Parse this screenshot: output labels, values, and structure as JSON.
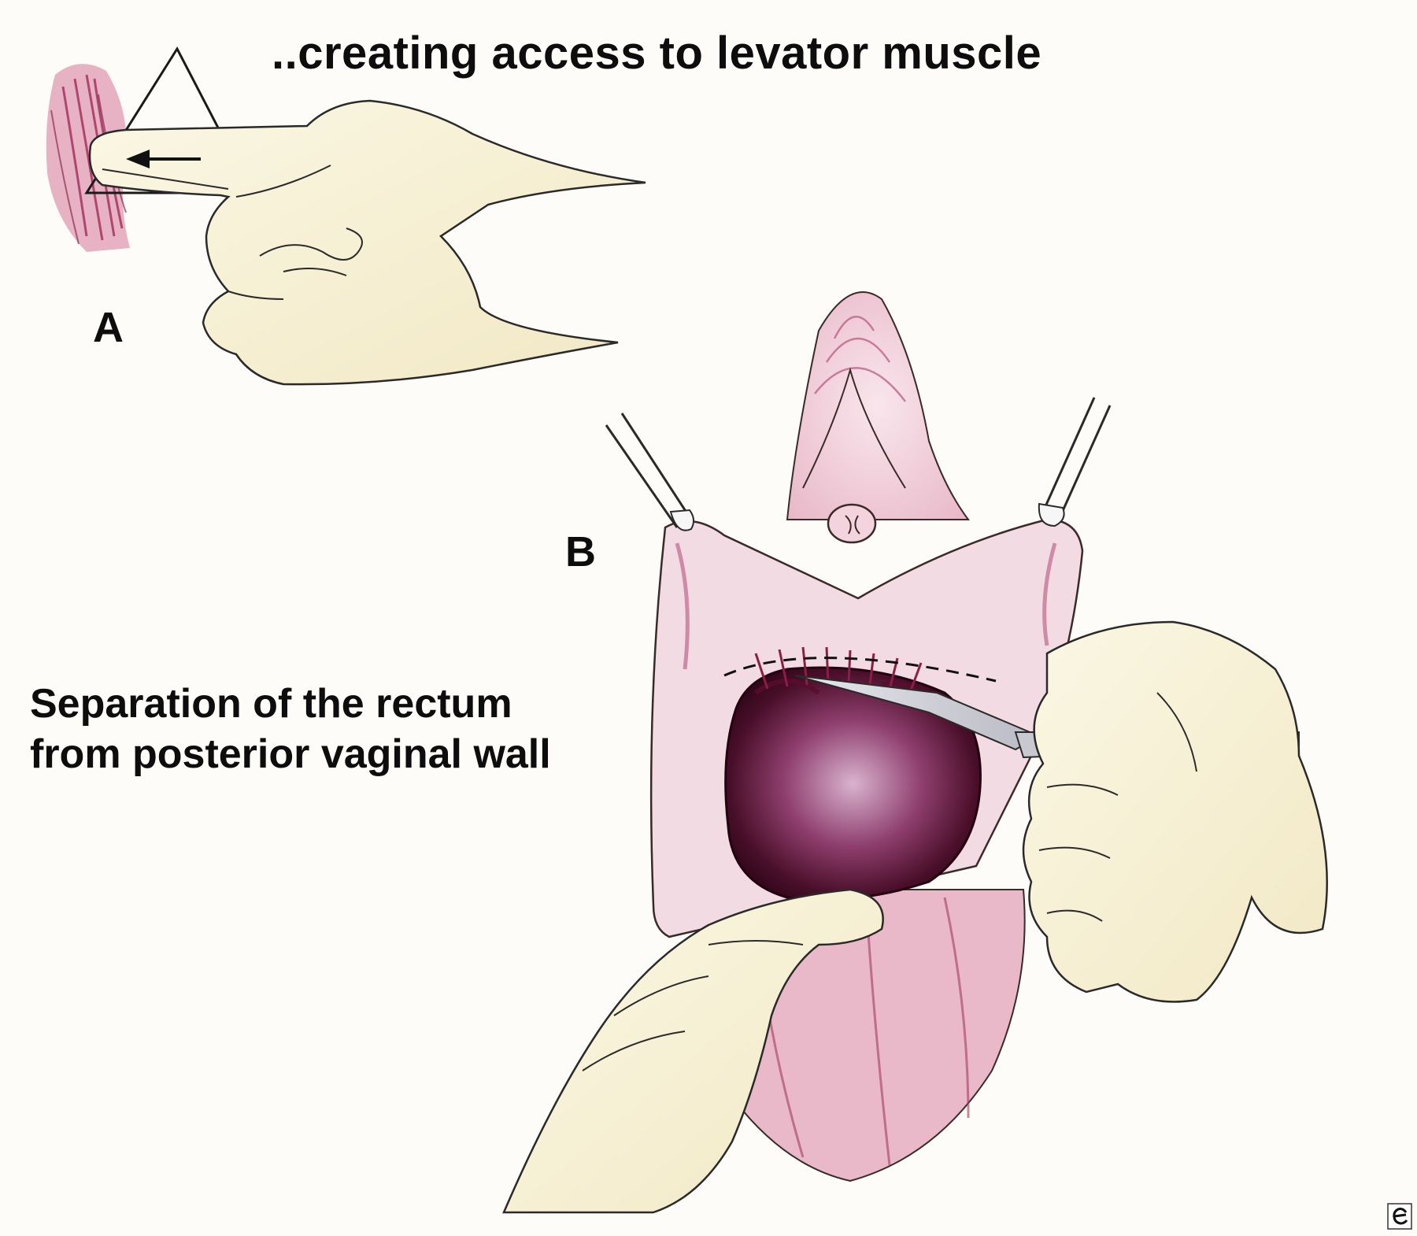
{
  "title": "..creating access to levator muscle",
  "panels": {
    "a_label": "A",
    "b_label": "B"
  },
  "caption": {
    "line1": "Separation of the rectum",
    "line2": "from posterior vaginal wall"
  },
  "colors": {
    "background": "#fdfcf8",
    "skin": "#f6f0d4",
    "tissue_pink": "#efc9d4",
    "tissue_dark": "#8a1f45",
    "cavity": "#3a0b20",
    "outline": "#2a2a2a"
  },
  "icons": {
    "watermark": "eurorad-logo-icon",
    "arrow": "arrow-left-icon"
  }
}
